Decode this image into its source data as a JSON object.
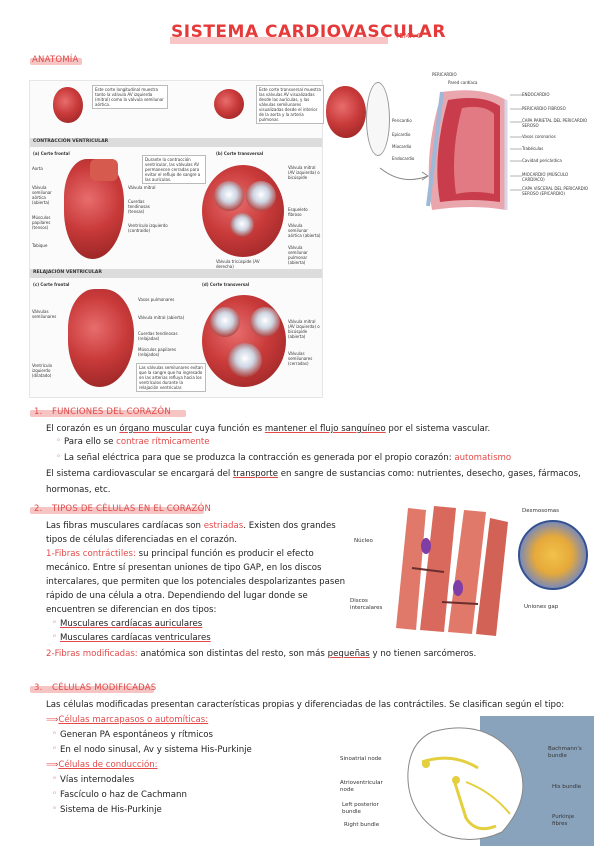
{
  "title": {
    "main": "SISTEMA CARDIOVASCULAR",
    "sub": "TEMA 6"
  },
  "sec_anatomia": "ANATOMÍA",
  "fig1": {
    "note_top_left": "Este corte longitudinal muestra tanto la válvula AV izquierda (mitral) como la válvula semilunar aórtica.",
    "note_top_right": "Este corte transversal muestra las válvulas AV visualizadas desde las aurículas, y las válvulas semilunares visualizadas desde el interior de la aorta y la arteria pulmonar.",
    "strip_contraction": "CONTRACCIÓN VENTRICULAR",
    "a_title": "(a) Corte frontal",
    "b_title": "(b) Corte transversal",
    "strip_relaxation": "RELAJACIÓN VENTRICULAR",
    "c_title": "(c) Corte frontal",
    "d_title": "(d) Corte transversal",
    "note_contraction": "Durante la contracción ventricular, las válvulas AV permanecen cerradas para evitar el reflujo de sangre a las aurículas.",
    "note_relaxation": "Las válvulas semilunares evitan que la sangre que ha ingresado en las arterias refluya hacia los ventrículos durante la relajación ventricular.",
    "labels_a": [
      "Aorta",
      "Válvula semilunar aórtica (abierta)",
      "Músculos papilares (tensos)",
      "Tabique"
    ],
    "labels_a2": [
      "Válvula mitral",
      "Cuerdas tendinosas (tensas)",
      "Ventrículo izquierdo (contraído)"
    ],
    "labels_b": [
      "Válvula mitral (AV izquierda) o bicúspide",
      "Esqueleto fibroso",
      "Válvula semilunar aórtica (abierta)",
      "Válvula semilunar pulmonar (abierta)",
      "Válvula tricúspide (AV derecha)"
    ],
    "labels_c": [
      "Válvulas semilunares",
      "Ventrículo izquierdo (dilatado)"
    ],
    "labels_c2": [
      "Vasos pulmonares",
      "Válvula mitral (abierta)",
      "Cuerdas tendinosas (relajadas)",
      "Músculos papilares (relajados)"
    ],
    "labels_d": [
      "Válvula mitral (AV izquierda) o bicúspide (abierta)",
      "Válvulas semilunares (cerradas)"
    ]
  },
  "fig2": {
    "labels_left": [
      "Pericardio",
      "Epicardio",
      "Miocardio",
      "Endocardio"
    ],
    "label_top": "PERICARDIO",
    "label_top2": "Pared cardíaca",
    "labels_right": [
      "ENDOCARDIO",
      "PERICARDIO FIBROSO",
      "CAPA PARIETAL DEL PERICARDIO SEROSO",
      "Vasos coronarios",
      "Trabéculas",
      "Cavidad pericárdica",
      "MIOCARDIO (MÚSCULO CARDÍACO)",
      "CAPA VISCERAL DEL PERICARDIO SEROSO (EPICARDIO)"
    ]
  },
  "sec1": {
    "num": "1.",
    "label": "FUNCIONES DEL CORAZÓN"
  },
  "s1": {
    "l1a": "El corazón es un ",
    "l1b": "órgano muscular",
    "l1c": " cuya función es ",
    "l1d": "mantener el flujo sanguíneo",
    "l1e": " por el sistema vascular.",
    "b1a": "Para ello se ",
    "b1b": "contrae rítmicamente",
    "b2a": "La señal eléctrica para que se produzca la contracción es generada por el propio corazón: ",
    "b2b": "automatismo",
    "l2a": "El sistema cardiovascular se encargará del ",
    "l2b": "transporte",
    "l2c": " en sangre de sustancias como: nutrientes, desecho, gases, fármacos,",
    "l3": "hormonas, etc."
  },
  "sec2": {
    "num": "2.",
    "label": "TIPOS DE CÉLULAS EN EL CORAZÓN"
  },
  "s2": {
    "l1a": "Las fibras musculares cardíacas son ",
    "l1b": "estriadas",
    "l1c": ". Existen dos grandes",
    "l2": "tipos de células diferenciadas en el corazón.",
    "l3a": "1-Fibras contráctiles:",
    "l3b": " su principal función es producir el efecto",
    "l4": "mecánico. Entre sí presentan uniones de tipo GAP, en los discos",
    "l5": "intercalares, que permiten que los potenciales despolarizantes pasen",
    "l6": "rápido de una célula a otra. Dependiendo del lugar donde se",
    "l7": "encuentren se diferencian en dos tipos:",
    "b1": "Musculares cardíacas auriculares",
    "b2": "Musculares cardíacas ventriculares",
    "l8a": "2-Fibras modificadas:",
    "l8b": " anatómica son distintas del resto, son más ",
    "l8c": "pequeñas",
    "l8d": " y no tienen sarcómeros."
  },
  "fig3": {
    "desmosomas": "Desmosomas",
    "nucleo": "Núcleo",
    "discos": "Discos intercalares",
    "uniones": "Uniones gap"
  },
  "sec3": {
    "num": "3.",
    "label": "CÉLULAS MODIFICADAS"
  },
  "s3": {
    "l1": "Las células modificadas presentan características propias y diferenciadas de las contráctiles. Se clasifican según el tipo:",
    "h1": "Células marcapasos o automíticas:",
    "h1b1": "Generan PA espontáneos y rítmicos",
    "h1b2": "En el nodo sinusal, Av y sistema His-Purkinje",
    "h2": "Células de conducción:",
    "h2b1": "Vías internodales",
    "h2b2": "Fascículo o haz de Cachmann",
    "h2b3": "Sistema de His-Purkinje"
  },
  "fig4": {
    "sinoatrial": "Sinoatrial node",
    "av": "Atrioventricular node",
    "left_post": "Left posterior bundle",
    "right_bundle": "Right bundle",
    "bachmann": "Bachmann's bundle",
    "his": "His bundle",
    "purkinje": "Purkinje fibres"
  }
}
